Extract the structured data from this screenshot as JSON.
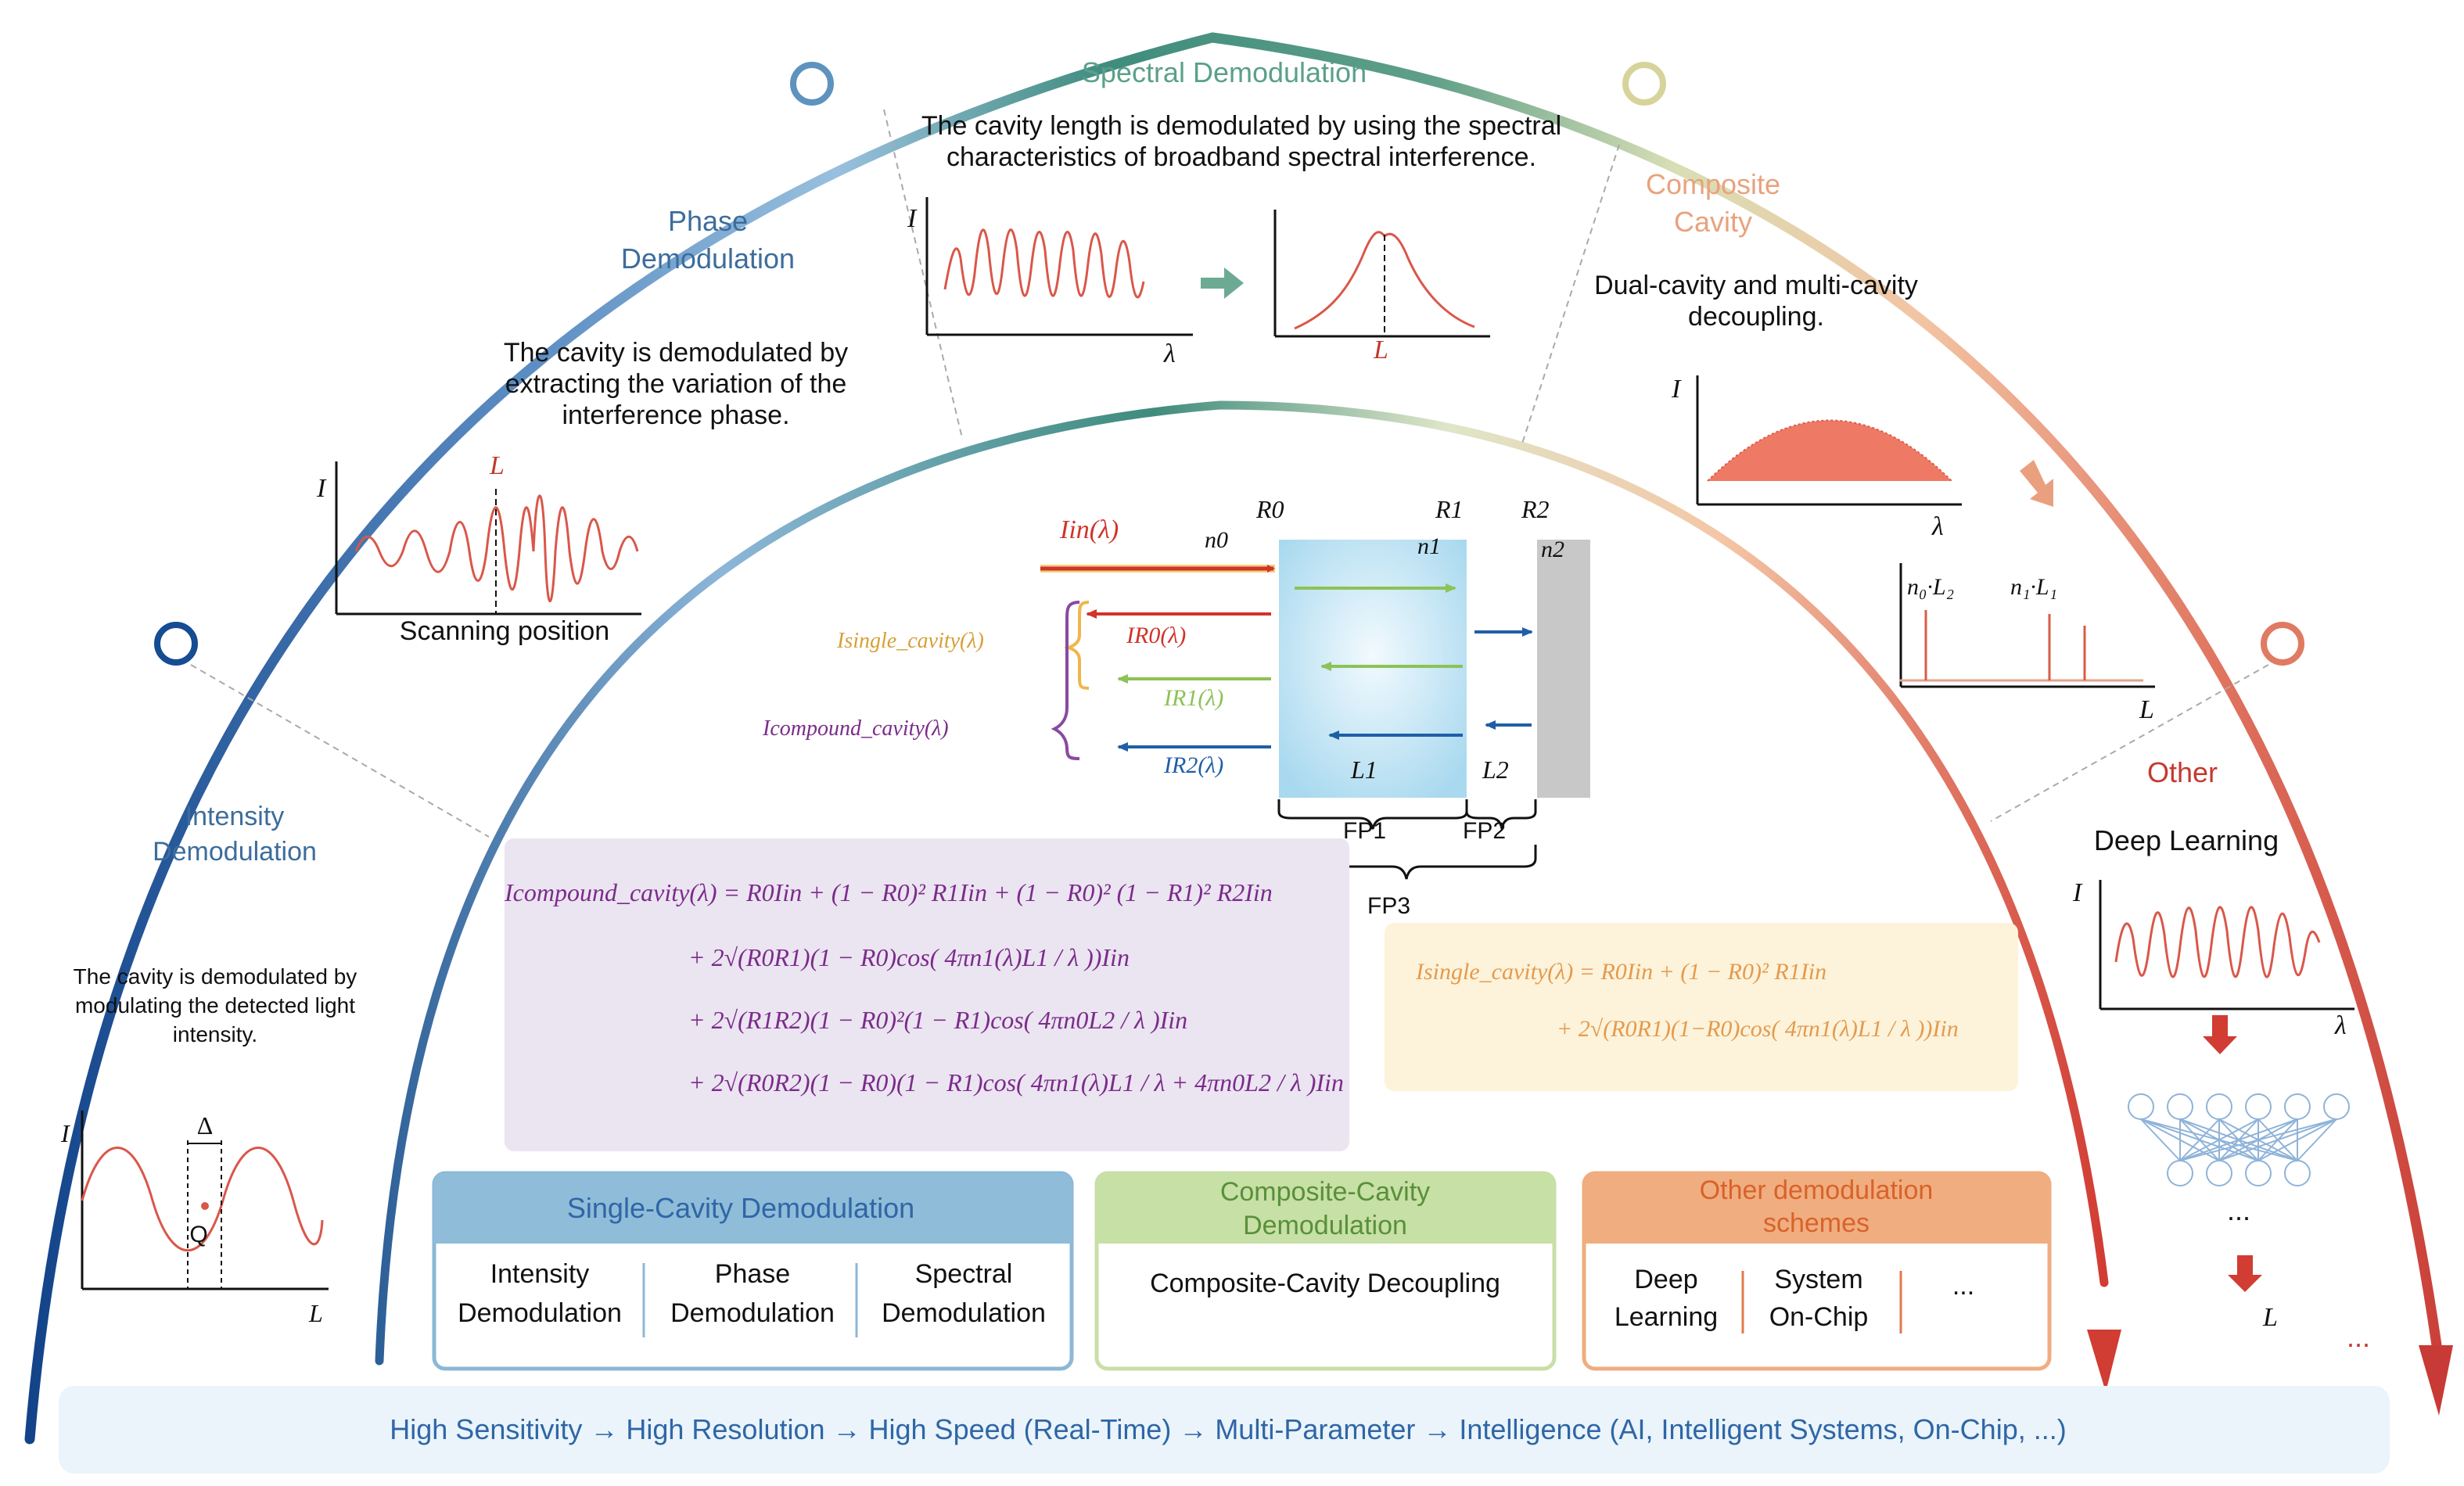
{
  "colors": {
    "blue": "#2d5f97",
    "teal": "#3f8c7d",
    "orange": "#e8a07a",
    "red": "#d44d42",
    "purple": "#7a2c8a",
    "gold": "#d6a036",
    "green": "#8dc255",
    "darkblue": "#1f5fa6"
  },
  "outer_arc": {
    "intensity": {
      "title_line1": "Intensity",
      "title_line2": "Demodulation",
      "desc_line1": "The cavity is demodulated by",
      "desc_line2": "modulating the detected light",
      "desc_line3": "intensity.",
      "plot": {
        "y_label": "I",
        "x_label": "L",
        "delta_label": "Δ",
        "q_label": "Q"
      }
    },
    "phase": {
      "title_line1": "Phase",
      "title_line2": "Demodulation",
      "desc_line1": "The cavity is demodulated by",
      "desc_line2": "extracting the variation of the",
      "desc_line3": "interference phase.",
      "plot": {
        "y_label": "I",
        "peak_label": "L",
        "x_label": "Scanning position"
      }
    },
    "spectral": {
      "title": "Spectral Demodulation",
      "desc_line1": "The cavity length is demodulated by using the spectral",
      "desc_line2": "characteristics of broadband spectral interference.",
      "plot1": {
        "y_label": "I",
        "x_label": "λ"
      },
      "plot2": {
        "peak_label": "L"
      }
    },
    "composite": {
      "title_line1": "Composite",
      "title_line2": "Cavity",
      "desc_line1": "Dual-cavity and multi-cavity",
      "desc_line2": "decoupling.",
      "plot1": {
        "y_label": "I",
        "x_label": "λ"
      },
      "plot2": {
        "peak1": "n₀·L₂",
        "peak2": "n₁·L₁",
        "x_label": "L"
      }
    },
    "other": {
      "title": "Other",
      "method": "Deep Learning",
      "plot": {
        "y_label": "I",
        "x_label": "λ"
      },
      "dots": "...",
      "output_label": "L",
      "more": "..."
    }
  },
  "fp_diagram": {
    "iin_label": "Iin(λ)",
    "n0": "n0",
    "n1": "n1",
    "n2": "n2",
    "r0": "R0",
    "r1": "R1",
    "r2": "R2",
    "ir0": "IR0(λ)",
    "ir1": "IR1(λ)",
    "ir2": "IR2(λ)",
    "l1": "L1",
    "l2": "L2",
    "fp1": "FP1",
    "fp2": "FP2",
    "fp3": "FP3",
    "single_label": "Isingle_cavity(λ)",
    "compound_label": "Icompound_cavity(λ)"
  },
  "equations": {
    "compound": {
      "line1": "Icompound_cavity(λ) = R0Iin + (1 − R0)² R1Iin + (1 − R0)² (1 − R1)² R2Iin",
      "line2": "+ 2√(R0R1)(1 − R0)cos( 4πn1(λ)L1 / λ ))Iin",
      "line3": "+ 2√(R1R2)(1 − R0)²(1 − R1)cos( 4πn0L2 / λ )Iin",
      "line4": "+ 2√(R0R2)(1 − R0)(1 − R1)cos( 4πn1(λ)L1 / λ + 4πn0L2 / λ )Iin"
    },
    "single": {
      "line1": "Isingle_cavity(λ) = R0Iin + (1 − R0)² R1Iin",
      "line2": "+ 2√(R0R1)(1−R0)cos( 4πn1(λ)L1 / λ ))Iin"
    }
  },
  "boxes": {
    "single": {
      "title": "Single-Cavity Demodulation",
      "col1_l1": "Intensity",
      "col1_l2": "Demodulation",
      "col2_l1": "Phase",
      "col2_l2": "Demodulation",
      "col3_l1": "Spectral",
      "col3_l2": "Demodulation"
    },
    "composite": {
      "title_l1": "Composite-Cavity",
      "title_l2": "Demodulation",
      "body": "Composite-Cavity Decoupling"
    },
    "other": {
      "title_l1": "Other demodulation",
      "title_l2": "schemes",
      "col1_l1": "Deep",
      "col1_l2": "Learning",
      "col2_l1": "System",
      "col2_l2": "On-Chip",
      "col3": "..."
    }
  },
  "footer": "High Sensitivity → High Resolution → High Speed (Real-Time) → Multi-Parameter → Intelligence (AI, Intelligent Systems, On-Chip, ...)"
}
